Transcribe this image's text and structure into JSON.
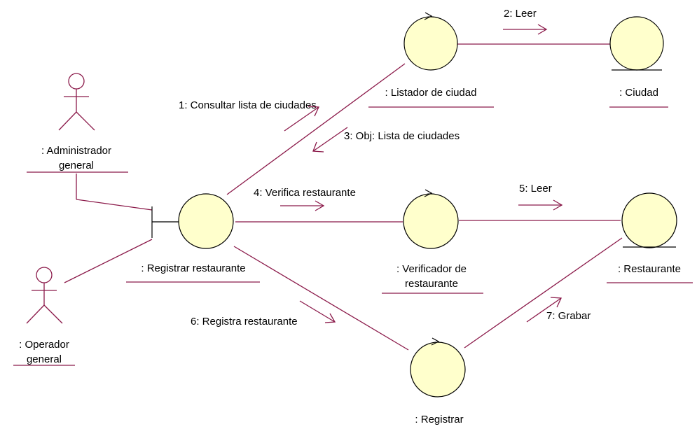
{
  "objects": {
    "admin": ": Administrador general",
    "admin_l1": ": Administrador",
    "admin_l2": "general",
    "operador_l1": ": Operador",
    "operador_l2": "general",
    "registrar_restaurante": ": Registrar restaurante",
    "listador": ": Listador de ciudad",
    "ciudad": ": Ciudad",
    "verificador_l1": ": Verificador de",
    "verificador_l2": "restaurante",
    "restaurante": ": Restaurante",
    "registrar": ": Registrar"
  },
  "messages": {
    "m1": "1: Consultar lista de ciudades",
    "m2": "2: Leer",
    "m3": "3: Obj: Lista de ciudades",
    "m4": "4: Verifica restaurante",
    "m5": "5: Leer",
    "m6": "6: Registra restaurante",
    "m7": "7: Grabar"
  },
  "colors": {
    "line": "#8b1a4a",
    "object_fill": "#ffffcc"
  }
}
